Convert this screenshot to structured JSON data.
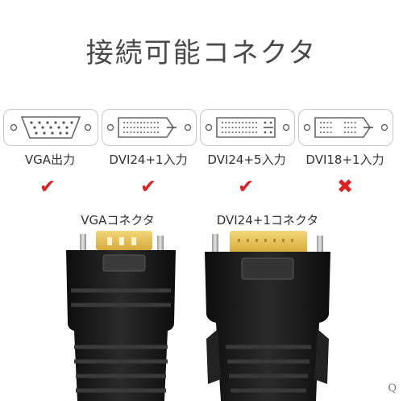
{
  "title": "接続可能コネクタ",
  "ports": [
    {
      "label": "VGA出力",
      "compatible": true
    },
    {
      "label": "DVI24+1入力",
      "compatible": true
    },
    {
      "label": "DVI24+5入力",
      "compatible": true
    },
    {
      "label": "DVI18+1入力",
      "compatible": false
    }
  ],
  "marks": {
    "check": "✔",
    "cross": "✖"
  },
  "connectors": {
    "vga_label": "VGAコネクタ",
    "dvi_label": "DVI24+1コネクタ"
  },
  "watermark": "Q",
  "colors": {
    "mark": "#e02020",
    "gold": "#e8c24a",
    "plug": "#1c1c1c"
  }
}
